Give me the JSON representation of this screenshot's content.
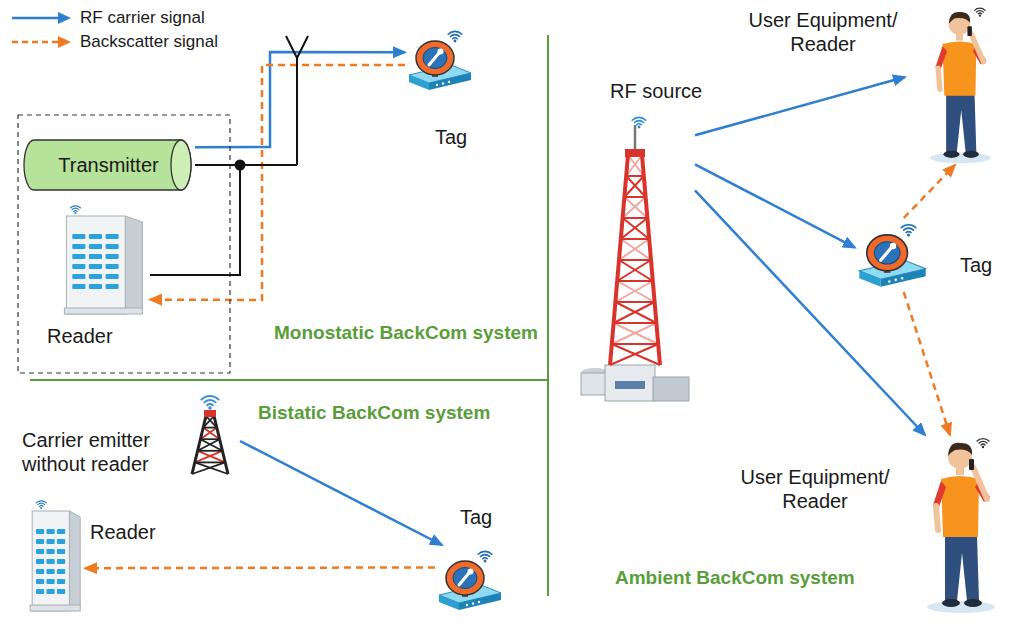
{
  "diagram": {
    "nodes": [
      {
        "text": [
          "Tag"
        ]
      },
      {
        "text": [
          "Transmitter"
        ]
      },
      {
        "text": [
          "Reader"
        ]
      },
      {
        "text": [
          "RF source"
        ]
      },
      {
        "text": [
          "User Equipment/ Reader"
        ]
      },
      {
        "text": [
          "Tag"
        ]
      },
      {
        "text": [
          "Carrier emitter without reader"
        ]
      },
      {
        "text": [
          "Tag"
        ]
      },
      {
        "text": [
          "Reader"
        ]
      },
      {
        "text": [
          "User Equipment/ Reader"
        ]
      }
    ],
    "edges": [
      {
        "from": 1,
        "to": 0,
        "arrow": "to"
      },
      {
        "from": 0,
        "to": 2,
        "arrow": "to"
      },
      {
        "from": 3,
        "to": 4,
        "arrow": "to"
      },
      {
        "from": 3,
        "to": 5,
        "arrow": "to"
      },
      {
        "from": 3,
        "to": 9,
        "arrow": "to"
      },
      {
        "from": 5,
        "to": 4,
        "arrow": "to"
      },
      {
        "from": 5,
        "to": 9,
        "arrow": "to"
      },
      {
        "from": 6,
        "to": 7,
        "arrow": "to"
      },
      {
        "from": 7,
        "to": 8,
        "arrow": "to"
      }
    ],
    "labels": [
      "Monostatic BackCom system",
      "Bistatic BackCom system",
      "Ambient BackCom system"
    ],
    "legend": [
      {
        "text": "RF carrier signal"
      },
      {
        "text": "Backscatter signal"
      }
    ]
  }
}
